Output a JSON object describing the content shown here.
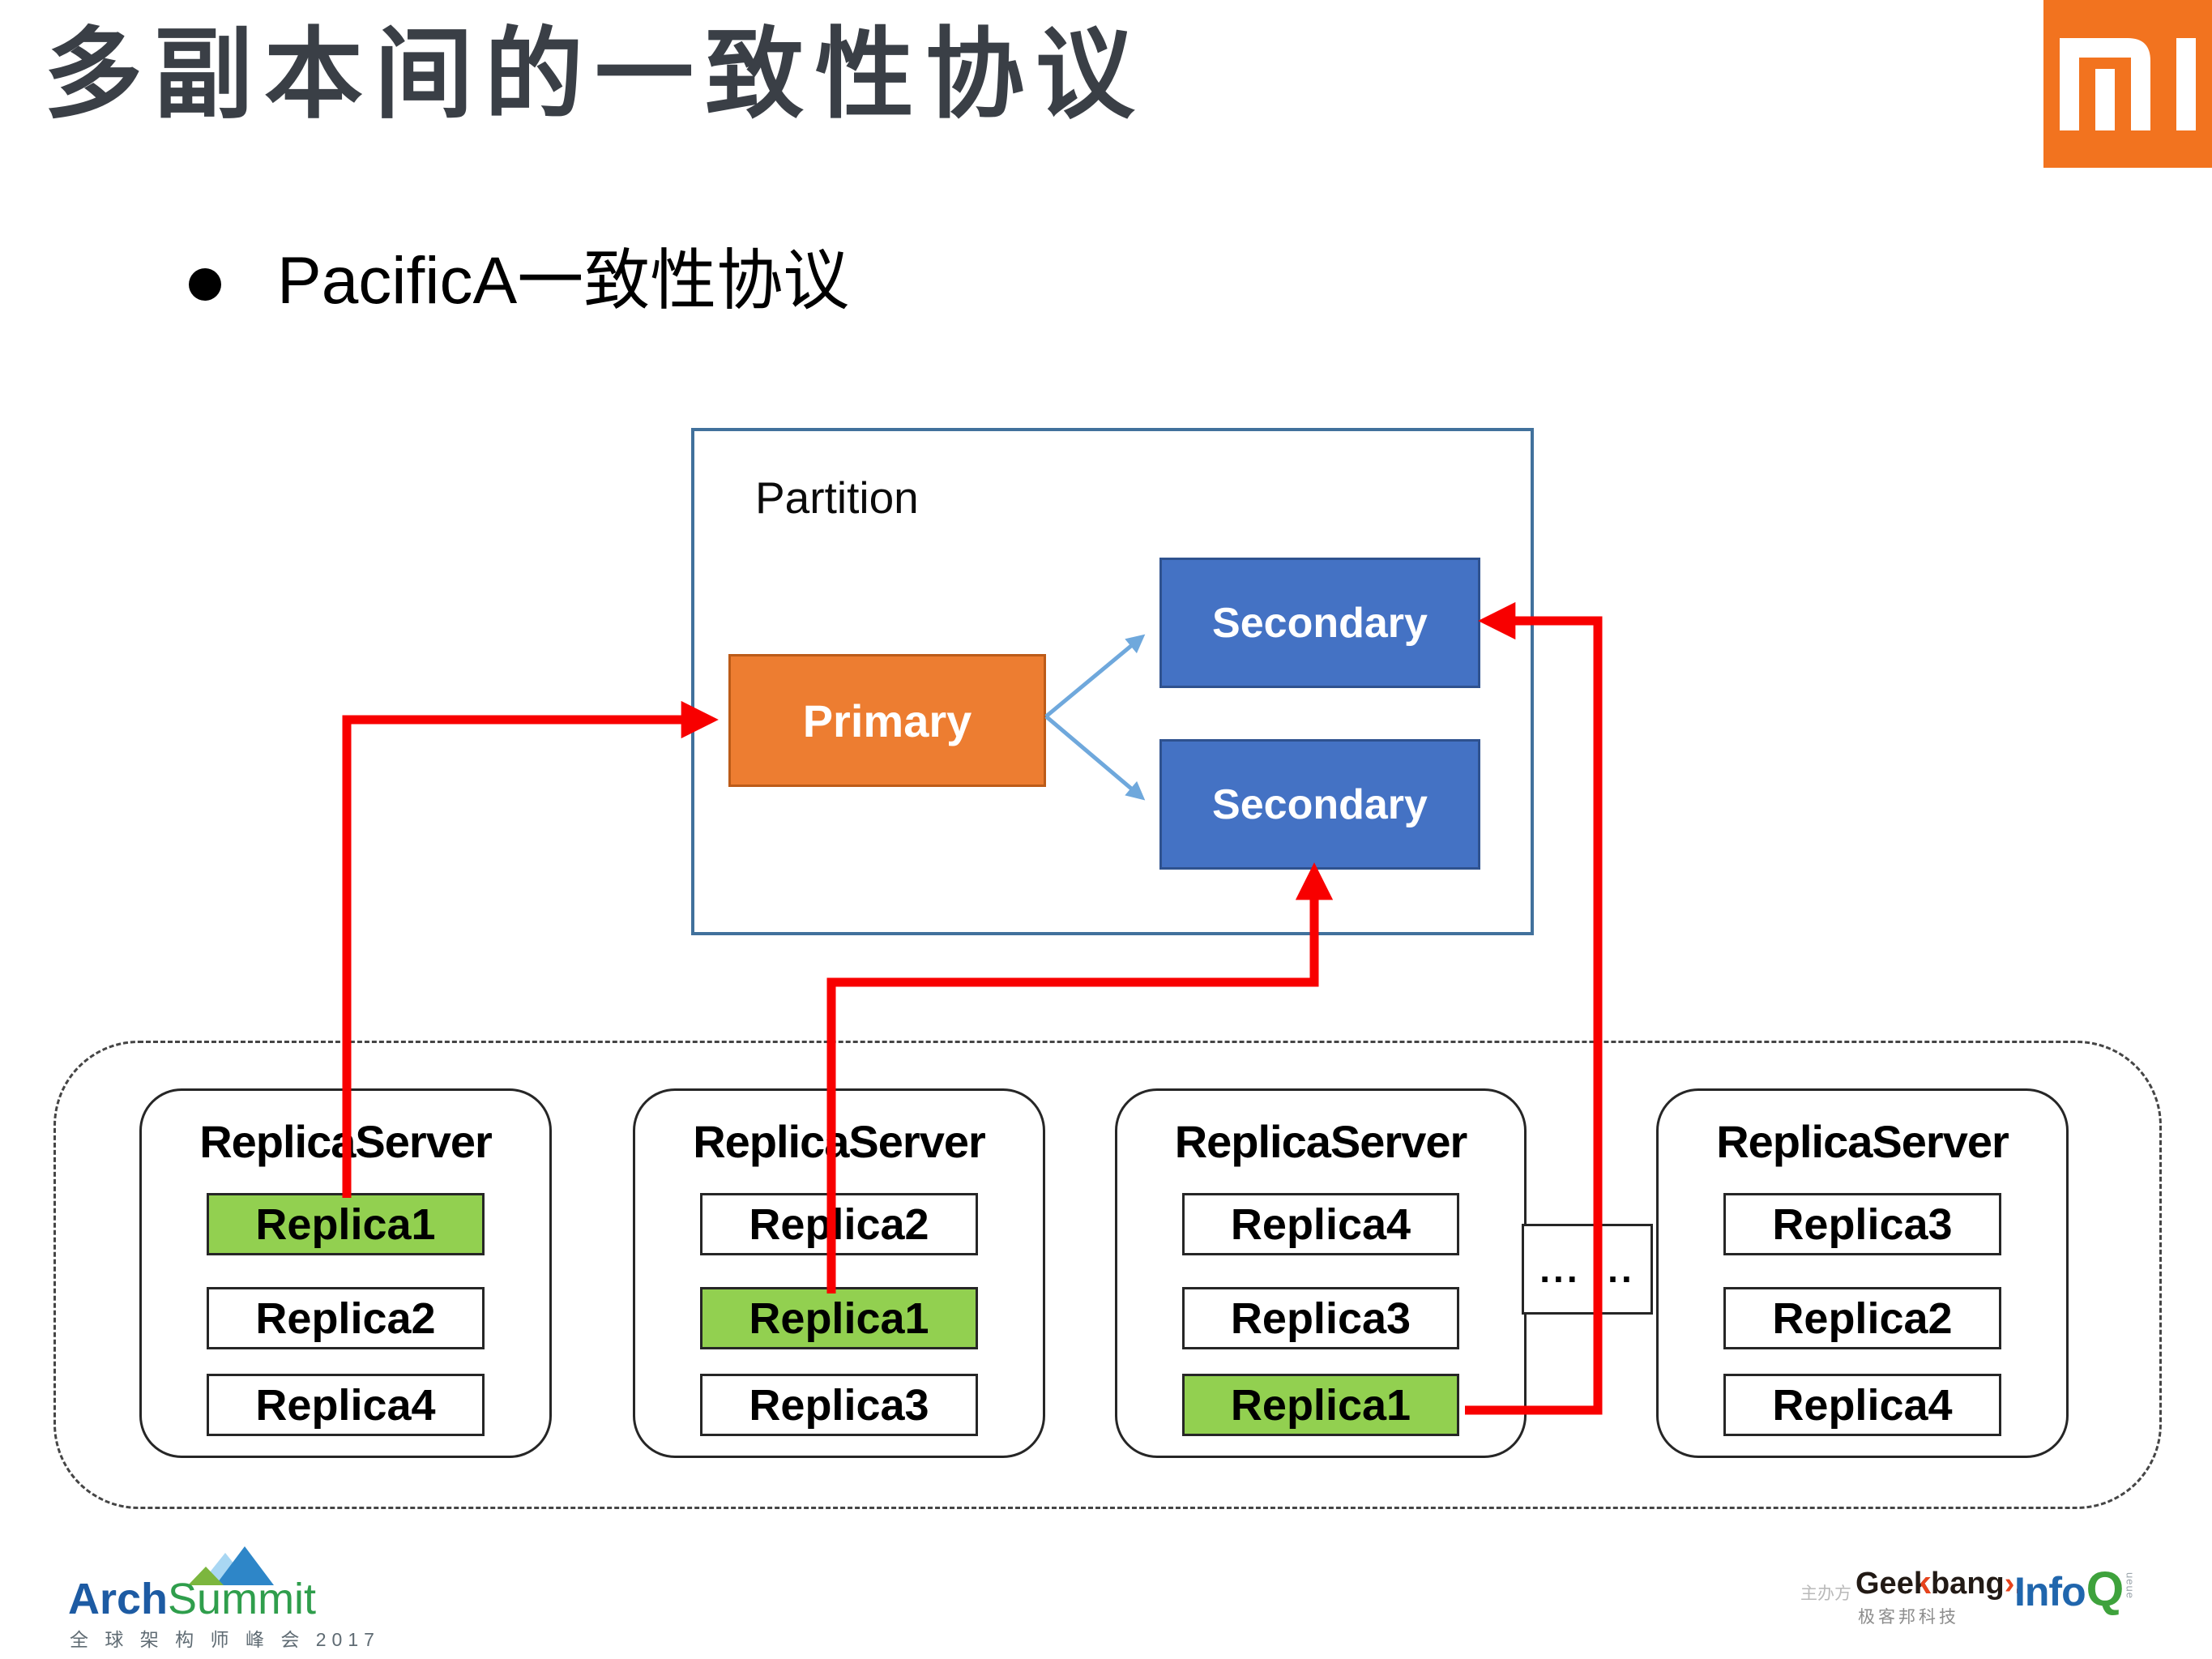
{
  "slide": {
    "title": "多副本间的一致性协议",
    "bullet_text": "PacificA一致性协议"
  },
  "partition": {
    "label": "Partition",
    "primary_label": "Primary",
    "secondary_top_label": "Secondary",
    "secondary_bottom_label": "Secondary"
  },
  "cluster": {
    "ellipsis": "... ...",
    "servers": [
      {
        "title": "ReplicaServer",
        "replicas": [
          {
            "name": "Replica1",
            "highlight": true
          },
          {
            "name": "Replica2",
            "highlight": false
          },
          {
            "name": "Replica4",
            "highlight": false
          }
        ]
      },
      {
        "title": "ReplicaServer",
        "replicas": [
          {
            "name": "Replica2",
            "highlight": false
          },
          {
            "name": "Replica1",
            "highlight": true
          },
          {
            "name": "Replica3",
            "highlight": false
          }
        ]
      },
      {
        "title": "ReplicaServer",
        "replicas": [
          {
            "name": "Replica4",
            "highlight": false
          },
          {
            "name": "Replica3",
            "highlight": false
          },
          {
            "name": "Replica1",
            "highlight": true
          }
        ]
      },
      {
        "title": "ReplicaServer",
        "replicas": [
          {
            "name": "Replica3",
            "highlight": false
          },
          {
            "name": "Replica2",
            "highlight": false
          },
          {
            "name": "Replica4",
            "highlight": false
          }
        ]
      }
    ]
  },
  "logos": {
    "xiaomi_alt": "MI",
    "archsummit": {
      "arch": "Arch",
      "summit": "Summit",
      "subtitle": "全 球 架 构 师 峰 会 2017"
    },
    "host_label": "主办方",
    "geekbang": {
      "gee": "Gee",
      "k": "k",
      "bang": "bang",
      "arrow_suffix": "›.",
      "subtitle": "极客邦科技"
    },
    "infoq": {
      "info": "Info",
      "q": "Q",
      "queue_suffix": "ueue"
    }
  },
  "colors": {
    "title_text": "#3a3f46",
    "primary_orange": "#ed7d31",
    "secondary_blue": "#4472c4",
    "partition_border": "#41719c",
    "highlight_green": "#92d050",
    "arrow_red": "#f80000",
    "connector_blue": "#6fa8dc",
    "xiaomi_orange": "#f2731f"
  }
}
